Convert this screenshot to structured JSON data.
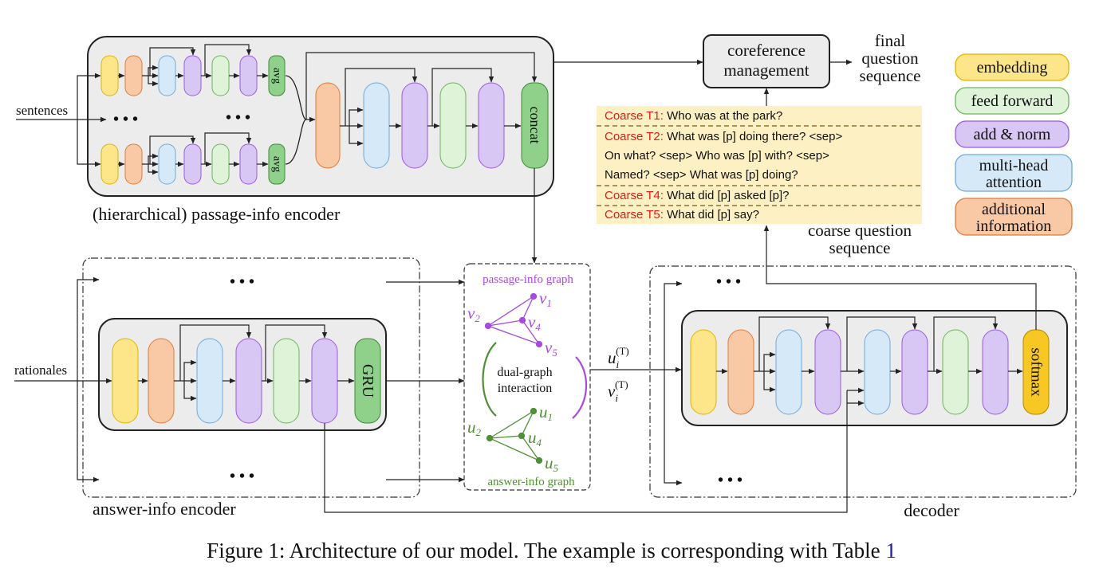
{
  "labels": {
    "sentences": "sentences",
    "rationales": "rationales",
    "passage_encoder": "(hierarchical) passage-info encoder",
    "answer_encoder": "answer-info encoder",
    "decoder": "decoder",
    "avg": "avg",
    "concat": "concat",
    "gru": "GRU",
    "softmax": "softmax",
    "coref_line1": "coreference",
    "coref_line2": "management",
    "final_line1": "final",
    "final_line2": "question",
    "final_line3": "sequence",
    "coarse_seq_line1": "coarse question",
    "coarse_seq_line2": "sequence",
    "dots": "• • •",
    "passage_graph": "passage-info graph",
    "answer_graph": "answer-info graph",
    "dual_line1": "dual-graph",
    "dual_line2": "interaction",
    "u_label": "u",
    "v_label": "v",
    "sub_i": "i",
    "sup_T": "(T)"
  },
  "coarse_questions": [
    {
      "prefix": "Coarse T1: ",
      "text": "Who was at the park?"
    },
    {
      "prefix": "Coarse T2: ",
      "text": "What was [p] doing there?  <sep>"
    },
    {
      "prefix": "",
      "text": "On what? <sep> Who was [p] with? <sep>"
    },
    {
      "prefix": "",
      "text": "Named? <sep> What was [p] doing?"
    },
    {
      "prefix": "Coarse T4: ",
      "text": "What did [p] asked [p]?"
    },
    {
      "prefix": "Coarse T5: ",
      "text": "What did [p] say?"
    }
  ],
  "graph_nodes": {
    "passage": [
      "v1",
      "v2",
      "v4",
      "v5"
    ],
    "answer": [
      "u1",
      "u2",
      "u4",
      "u5"
    ]
  },
  "legend": [
    {
      "line1": "embedding",
      "line2": "",
      "fill": "#fde68a",
      "stroke": "#e0b400"
    },
    {
      "line1": "feed forward",
      "line2": "",
      "fill": "#dff3d8",
      "stroke": "#6cb35a"
    },
    {
      "line1": "add & norm",
      "line2": "",
      "fill": "#d8c6f5",
      "stroke": "#9b59e0"
    },
    {
      "line1": "multi-head",
      "line2": "attention",
      "fill": "#d6e9f8",
      "stroke": "#6fa8dc"
    },
    {
      "line1": "additional",
      "line2": "information",
      "fill": "#f9c9a6",
      "stroke": "#e07b39"
    }
  ],
  "colors": {
    "embedding": "#fde68a",
    "additional": "#f9c9a6",
    "attention": "#d6e9f8",
    "addnorm": "#d8c6f5",
    "feedforward": "#dff3d8",
    "green_block": "#8fd18a",
    "softmax": "#f7c824",
    "coarse_bg": "#fdf0c2",
    "coarse_red": "#e01b1b",
    "passage_graph": "#a64ae0",
    "answer_graph": "#4f8f35"
  },
  "caption": {
    "text": "Figure 1: Architecture of our model. The example is corresponding with Table ",
    "ref": "1"
  }
}
